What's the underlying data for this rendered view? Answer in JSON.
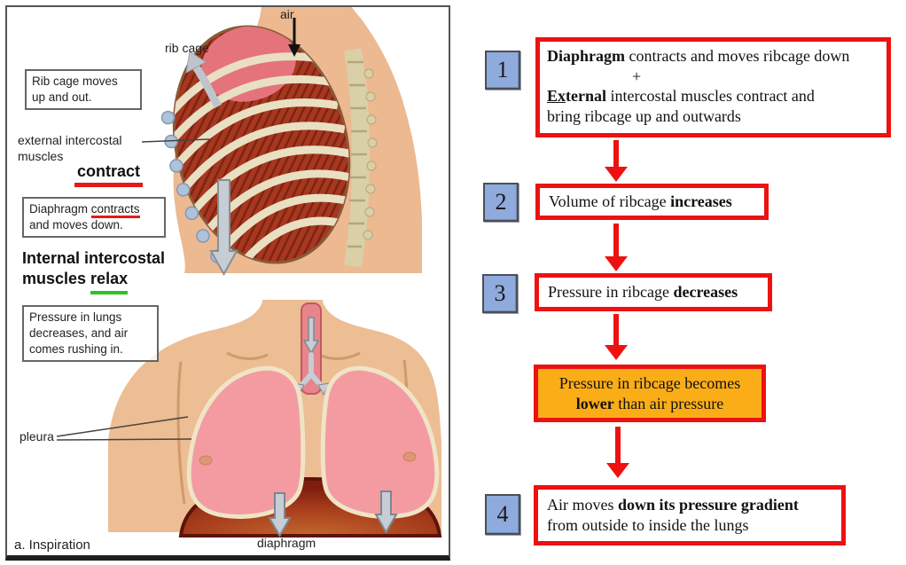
{
  "figure": {
    "caption": "a. Inspiration",
    "air_label": "air",
    "ribcage_label": "rib cage",
    "external_label": "external intercostal\nmuscles",
    "contract_label": "contract",
    "internal_line1": "Internal intercostal",
    "internal_line2_pre": "muscles ",
    "internal_relax": "relax",
    "pleura_label": "pleura",
    "diaphragm_label": "diaphragm",
    "callout_ribcage": "Rib cage moves\nup and out.",
    "callout_diaphragm_pre": "Diaphragm ",
    "callout_diaphragm_contracts": "contracts",
    "callout_diaphragm_post": " and moves down.",
    "callout_pressure": "Pressure in lungs\ndecreases, and air\ncomes rushing in."
  },
  "flowchart": {
    "steps": [
      {
        "number": "1",
        "line1_bold": "Diaphragm",
        "line1_rest": " contracts and  moves ribcage down",
        "plus": "+",
        "line3_bold_u": "Ex",
        "line3_bold_rest": "ternal",
        "line3_rest": " intercostal muscles contract and",
        "line4": "bring ribcage up and outwards"
      },
      {
        "number": "2",
        "pre": "Volume of ribcage ",
        "bold": "increases"
      },
      {
        "number": "3",
        "pre": "Pressure in ribcage ",
        "bold": "decreases"
      },
      {
        "line1": "Pressure in ribcage becomes",
        "line2_bold": "lower",
        "line2_rest": " than air pressure"
      },
      {
        "number": "4",
        "line1_pre": "Air moves ",
        "line1_bold": "down its pressure gradient",
        "line2": "from outside to inside the lungs"
      }
    ]
  },
  "colors": {
    "box_border_red": "#ee1111",
    "arrow_red": "#ee1111",
    "highlight_orange": "#fbad18",
    "badge_blue": "#8faadc",
    "contract_underline_red": "#e31b1b",
    "relax_underline_green": "#2ec41f"
  }
}
